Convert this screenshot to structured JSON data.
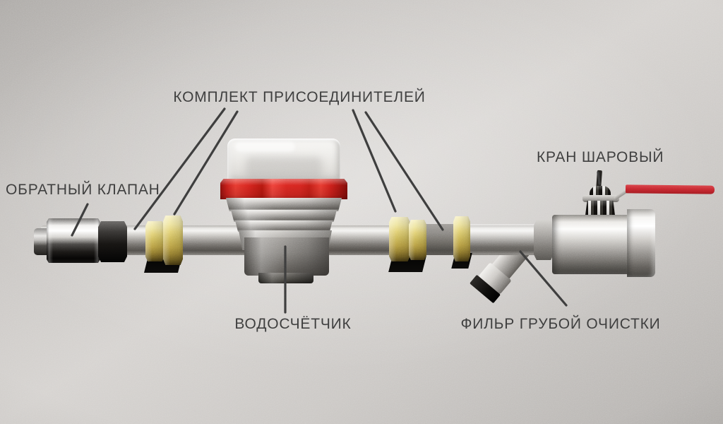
{
  "diagram": {
    "labels": {
      "connector_kit": "КОМПЛЕКТ ПРИСОЕДИНИТЕЛЕЙ",
      "check_valve": "ОБРАТНЫЙ КЛАПАН",
      "ball_valve": "КРАН ШАРОВЫЙ",
      "water_meter": "ВОДОСЧЁТЧИК",
      "strainer": "ФИЛЬР ГРУБОЙ ОЧИСТКИ"
    },
    "colors": {
      "label_text": "#3b3b3b",
      "leader_line": "#3b3b3b",
      "brass_fitting": "#d9c75f",
      "meter_band_red": "#d42420",
      "valve_handle_red": "#c0262c",
      "background_gray": "#cdcac7"
    }
  }
}
